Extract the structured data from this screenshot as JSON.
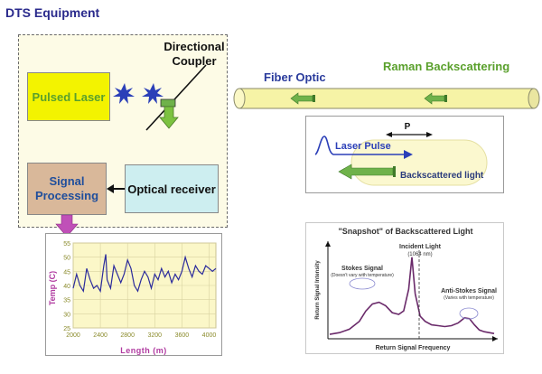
{
  "title": "DTS Equipment",
  "components": {
    "pulsed_laser": "Pulsed Laser",
    "coupler_line1": "Directional",
    "coupler_line2": "Coupler",
    "signal_processing_line1": "Signal",
    "signal_processing_line2": "Processing",
    "optical_receiver": "Optical receiver"
  },
  "fiber": {
    "fiber_optic": "Fiber Optic",
    "raman_backscattering": "Raman Backscattering"
  },
  "pulse_panel": {
    "p_label": "P",
    "laser_pulse": "Laser Pulse",
    "backscattered": "Backscattered light"
  },
  "colors": {
    "title_blue": "#2a2a8c",
    "laser_yellow": "#f3f300",
    "green": "#5aa02c",
    "fiber_yellow": "#f6f3a6"
  },
  "chart_data": [
    {
      "type": "line",
      "title": "",
      "xlabel": "Length (m)",
      "ylabel": "Temp (C)",
      "x_ticks": [
        2000,
        2400,
        2800,
        3200,
        3600,
        4000
      ],
      "y_ticks": [
        25,
        30,
        35,
        40,
        45,
        50,
        55
      ],
      "xlim": [
        2000,
        4100
      ],
      "ylim": [
        25,
        55
      ],
      "grid": true,
      "series": [
        {
          "x": [
            2000,
            2050,
            2100,
            2150,
            2200,
            2250,
            2300,
            2350,
            2400,
            2450,
            2480,
            2500,
            2550,
            2600,
            2650,
            2700,
            2750,
            2800,
            2850,
            2900,
            2950,
            3000,
            3050,
            3100,
            3150,
            3200,
            3250,
            3300,
            3350,
            3400,
            3450,
            3500,
            3550,
            3600,
            3650,
            3700,
            3750,
            3800,
            3850,
            3900,
            3950,
            4000,
            4050,
            4100
          ],
          "values": [
            39,
            44,
            40,
            38,
            46,
            42,
            39,
            40,
            38,
            47,
            51,
            42,
            39,
            47,
            44,
            41,
            44,
            49,
            46,
            40,
            38,
            42,
            45,
            43,
            39,
            44,
            42,
            46,
            43,
            45,
            41,
            44,
            42,
            45,
            50,
            46,
            43,
            47,
            45,
            44,
            47,
            46,
            45,
            46
          ]
        }
      ]
    },
    {
      "type": "line",
      "title": "\"Snapshot\" of Backscattered Light",
      "xlabel": "Return Signal Frequency",
      "ylabel": "Return Signal Intensity",
      "annotations": {
        "incident_line1": "Incident Light",
        "incident_line2": "(1064 nm)",
        "stokes": "Stokes Signal",
        "stokes_sub": "(Doesn't vary with temperature)",
        "anti_stokes": "Anti-Stokes Signal",
        "anti_stokes_sub": "(Varies with temperature)"
      },
      "xlim": [
        0,
        100
      ],
      "ylim": [
        0,
        100
      ],
      "grid": false,
      "series": [
        {
          "x": [
            0,
            6,
            12,
            18,
            22,
            26,
            30,
            34,
            38,
            42,
            45,
            48,
            50,
            52,
            55,
            58,
            62,
            66,
            70,
            74,
            78,
            82,
            85,
            88,
            91,
            94,
            97,
            100
          ],
          "values": [
            3,
            5,
            9,
            18,
            30,
            38,
            40,
            36,
            28,
            26,
            30,
            55,
            92,
            50,
            24,
            18,
            14,
            13,
            12,
            13,
            16,
            22,
            21,
            14,
            8,
            6,
            5,
            4
          ]
        }
      ]
    }
  ]
}
